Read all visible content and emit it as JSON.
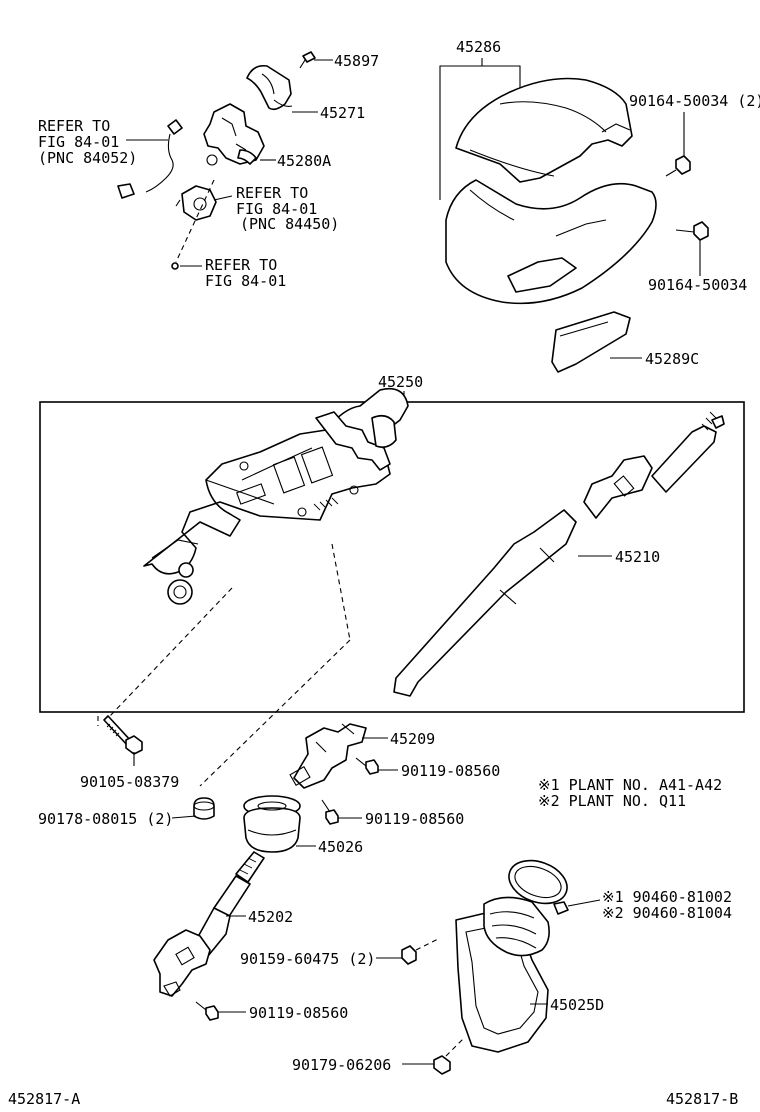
{
  "labels": {
    "p45897": "45897",
    "p45271": "45271",
    "p45280a": "45280A",
    "refer1_l1": "REFER TO",
    "refer1_l2": "FIG 84-01",
    "refer1_l3": "(PNC 84052)",
    "refer2_l1": "REFER TO",
    "refer2_l2": "FIG 84-01",
    "refer2_l3": "(PNC 84450)",
    "refer3_l1": "REFER TO",
    "refer3_l2": "FIG 84-01",
    "p45286": "45286",
    "p9016450034_2": "90164-50034 (2)",
    "p9016450034": "90164-50034",
    "p45289c": "45289C",
    "p45250": "45250",
    "p45210": "45210",
    "p9010508379": "90105-08379",
    "p45209": "45209",
    "p9011908560_a": "90119-08560",
    "p9011908560_b": "90119-08560",
    "p9011908560_c": "90119-08560",
    "note1": "※1 PLANT  NO. A41-A42",
    "note2": "※2 PLANT  NO. Q11",
    "p9017808015": "90178-08015 (2)",
    "p45026": "45026",
    "p45202": "45202",
    "p9046081002": "※1 90460-81002",
    "p9046081004": "※2 90460-81004",
    "p9015960475": "90159-60475 (2)",
    "p45025d": "45025D",
    "p9017906206": "90179-06206",
    "footer_left": "452817-A",
    "footer_right": "452817-B"
  }
}
